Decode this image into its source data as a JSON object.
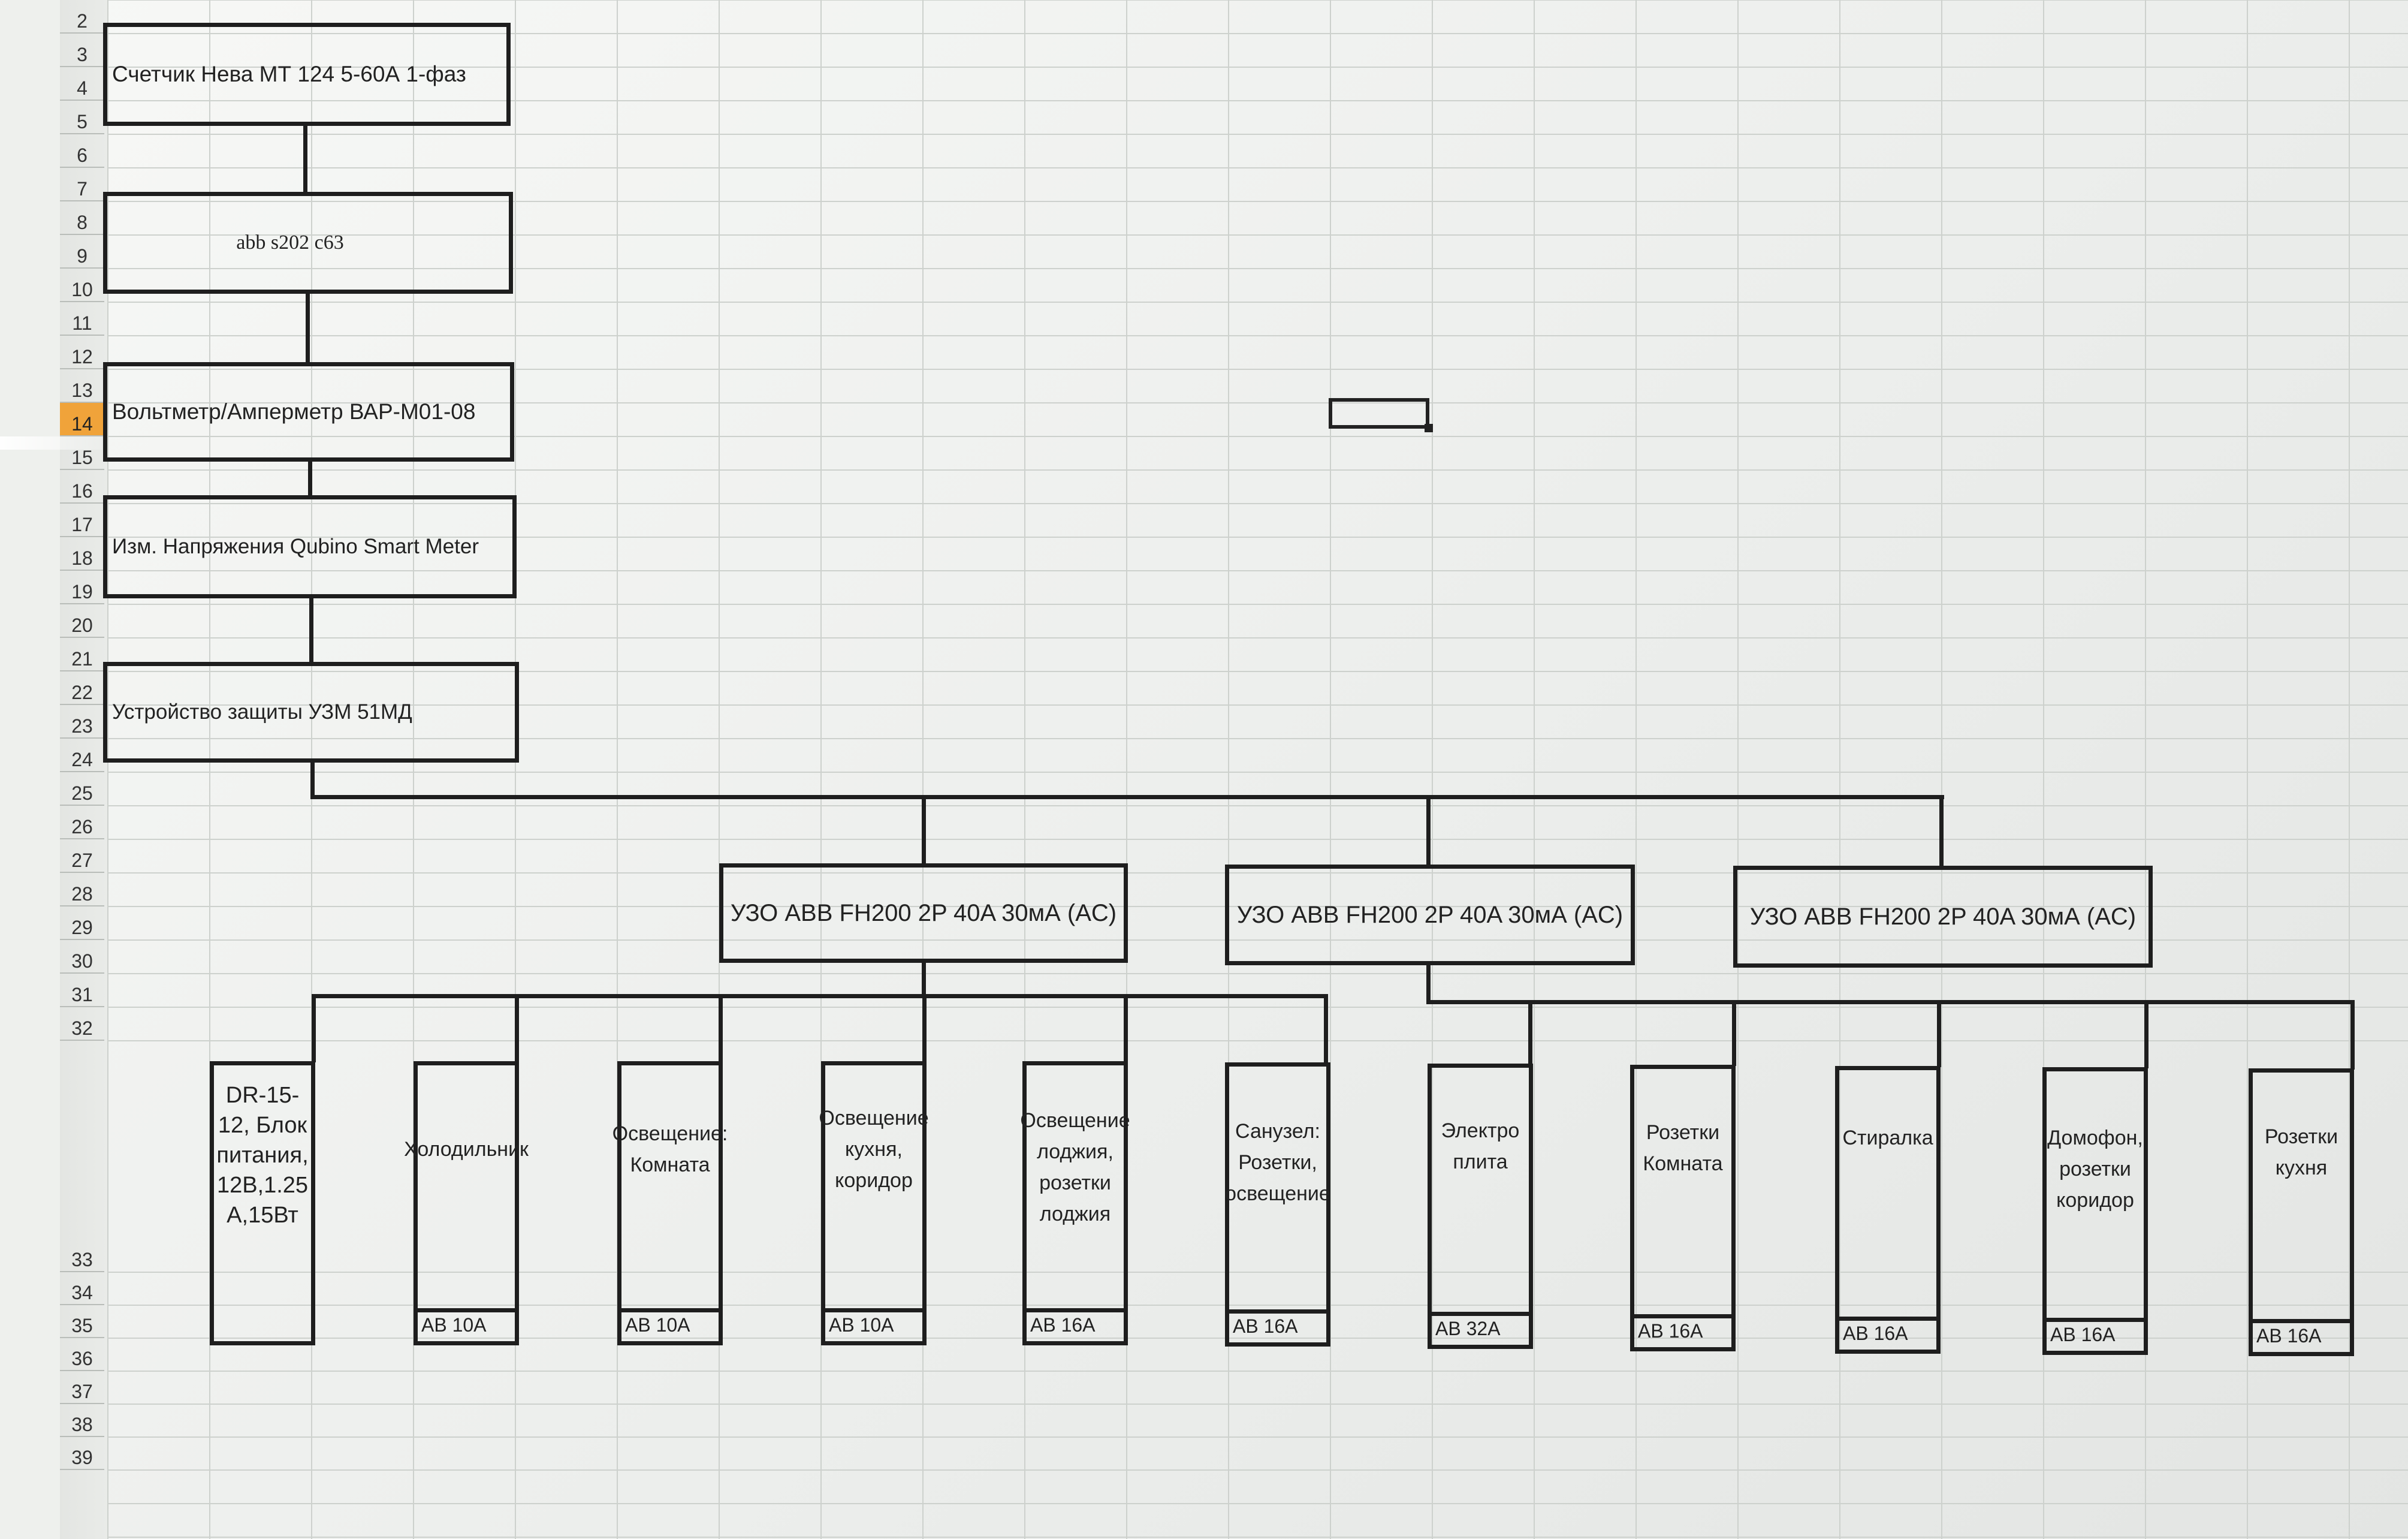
{
  "sheet": {
    "row_numbers": [
      "2",
      "3",
      "4",
      "5",
      "6",
      "7",
      "8",
      "9",
      "10",
      "11",
      "12",
      "13",
      "14",
      "15",
      "16",
      "17",
      "18",
      "19",
      "20",
      "21",
      "22",
      "23",
      "24",
      "25",
      "26",
      "27",
      "28",
      "29",
      "30",
      "31",
      "32",
      "33",
      "34",
      "35",
      "36",
      "37",
      "38",
      "39"
    ],
    "active_row": "14"
  },
  "diagram": {
    "chain": [
      {
        "label": "Счетчик Нева МТ 124 5-60А 1-фаз"
      },
      {
        "label": "abb s202 c63"
      },
      {
        "label": "Вольтметр/Амперметр ВАР-М01-08"
      },
      {
        "label": "Изм. Напряжения Qubino Smart Meter"
      },
      {
        "label": "Устройство защиты УЗМ 51МД"
      }
    ],
    "rcds": [
      {
        "label": "УЗО ABB FH200 2P 40A 30мА (AC)"
      },
      {
        "label": "УЗО ABB FH200 2P 40A 30мА (AC)"
      },
      {
        "label": "УЗО ABB FH200 2P 40A 30мА (AC)"
      }
    ],
    "branches": [
      {
        "label": "DR-15-12, Блок питания, 12В,1.25 А,15Вт",
        "rating": ""
      },
      {
        "label": "Холодильник",
        "rating": "АВ 10А"
      },
      {
        "label": "Освещение: Комната",
        "rating": "АВ 10А"
      },
      {
        "label": "Освещение кухня, коридор",
        "rating": "АВ 10А"
      },
      {
        "label": "Освещение лоджия, розетки лоджия",
        "rating": "АВ 16А"
      },
      {
        "label": "Санузел: Розетки, освещение",
        "rating": "АВ 16А"
      },
      {
        "label": "Электро плита",
        "rating": "АВ 32А"
      },
      {
        "label": "Розетки Комната",
        "rating": "АВ 16А"
      },
      {
        "label": "Стиралка",
        "rating": "АВ 16А"
      },
      {
        "label": "Домофон, розетки коридор",
        "rating": "АВ 16А"
      },
      {
        "label": "Розетки кухня",
        "rating": "АВ 16А"
      }
    ]
  }
}
